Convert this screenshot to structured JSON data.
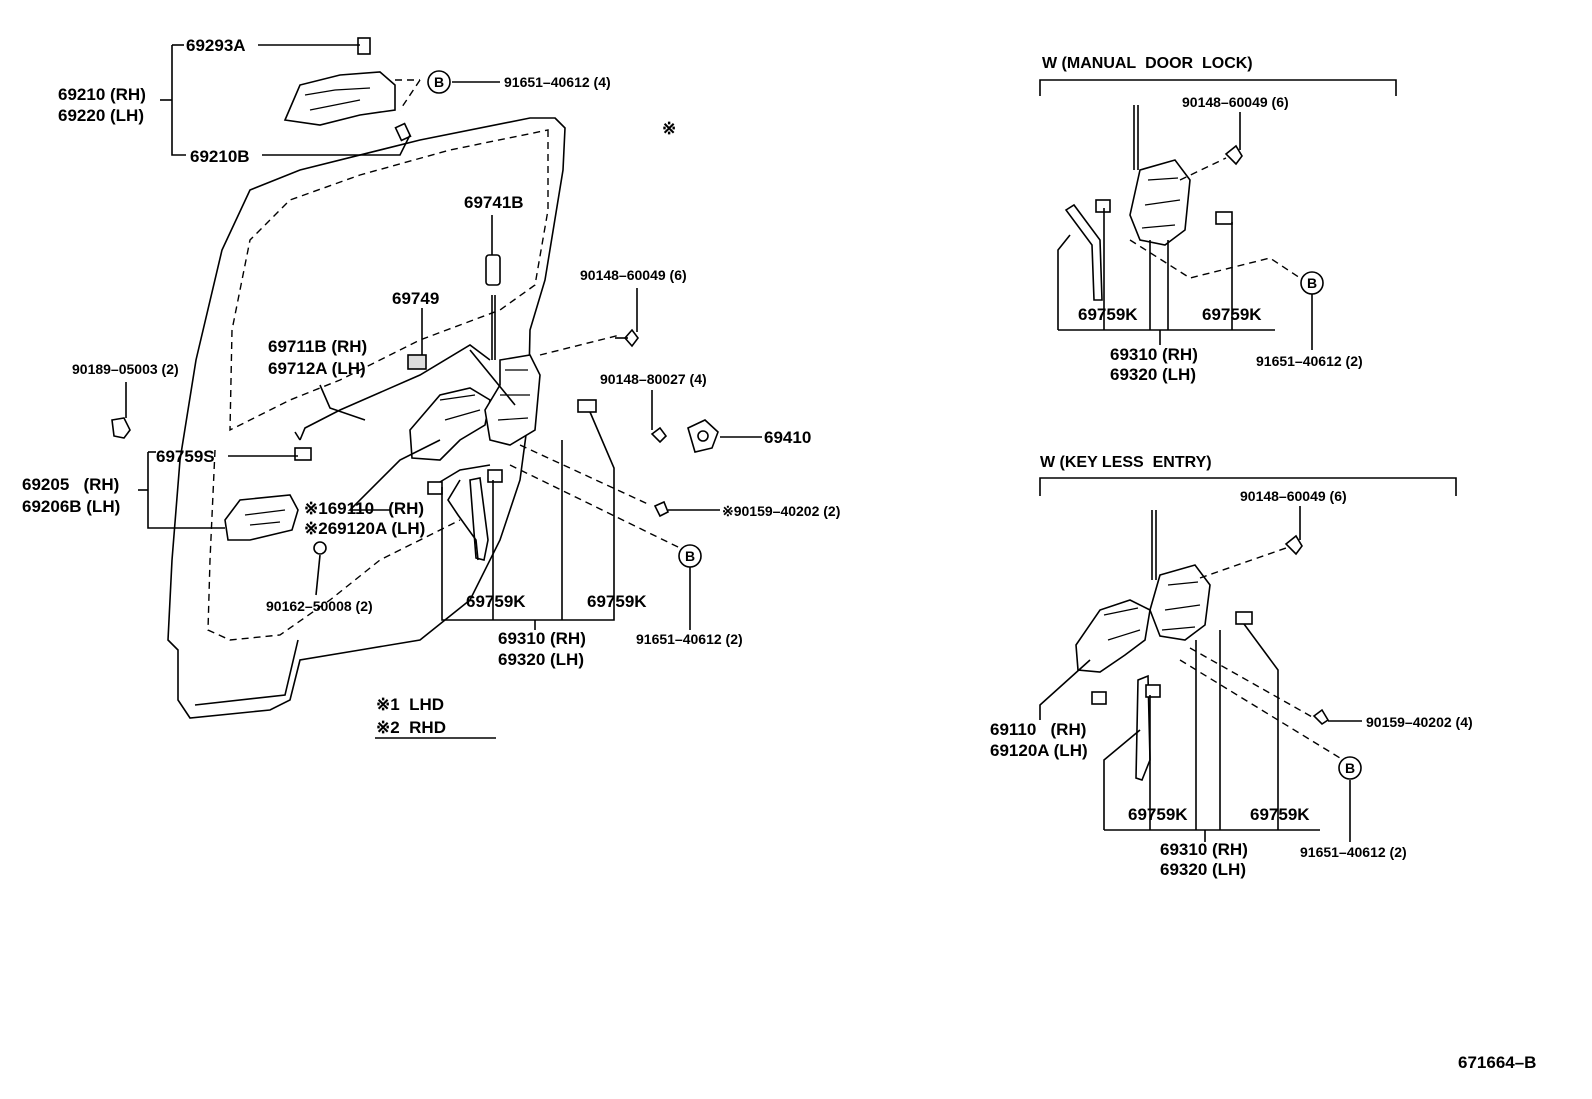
{
  "main": {
    "l_69293A": "69293A",
    "l_69210": "69210 (RH)",
    "l_69220": "69220 (LH)",
    "l_69210B": "69210B",
    "l_b1": "B",
    "l_91651_4": "91651–40612 (4)",
    "l_star_top": "※",
    "l_69741B": "69741B",
    "l_90148_6": "90148–60049 (6)",
    "l_69749": "69749",
    "l_69711B": "69711B (RH)",
    "l_69712A": "69712A (LH)",
    "l_90189": "90189–05003 (2)",
    "l_90148_80027": "90148–80027 (4)",
    "l_69410": "69410",
    "l_69759S": "69759S",
    "l_69205": "69205   (RH)",
    "l_69206B": "69206B (LH)",
    "l_169110": "※169110   (RH)",
    "l_269120A": "※269120A (LH)",
    "l_90159": "※90159–40202 (2)",
    "l_b2": "B",
    "l_90162": "90162–50008 (2)",
    "l_69759K_a": "69759K",
    "l_69759K_b": "69759K",
    "l_69310": "69310 (RH)",
    "l_69320": "69320 (LH)",
    "l_91651_2": "91651–40612 (2)",
    "note1": "※1  LHD",
    "note2": "※2  RHD"
  },
  "manual": {
    "title": "W (MANUAL  DOOR  LOCK)",
    "l_90148": "90148–60049 (6)",
    "l_69759K_a": "69759K",
    "l_69759K_b": "69759K",
    "l_b": "B",
    "l_69310": "69310 (RH)",
    "l_69320": "69320 (LH)",
    "l_91651": "91651–40612 (2)"
  },
  "keyless": {
    "title": "W (KEY LESS  ENTRY)",
    "l_90148": "90148–60049 (6)",
    "l_69110": "69110   (RH)",
    "l_69120A": "69120A (LH)",
    "l_90159": "90159–40202 (4)",
    "l_b": "B",
    "l_69759K_a": "69759K",
    "l_69759K_b": "69759K",
    "l_69310": "69310 (RH)",
    "l_69320": "69320 (LH)",
    "l_91651": "91651–40612 (2)"
  },
  "figure_code": "671664–B"
}
